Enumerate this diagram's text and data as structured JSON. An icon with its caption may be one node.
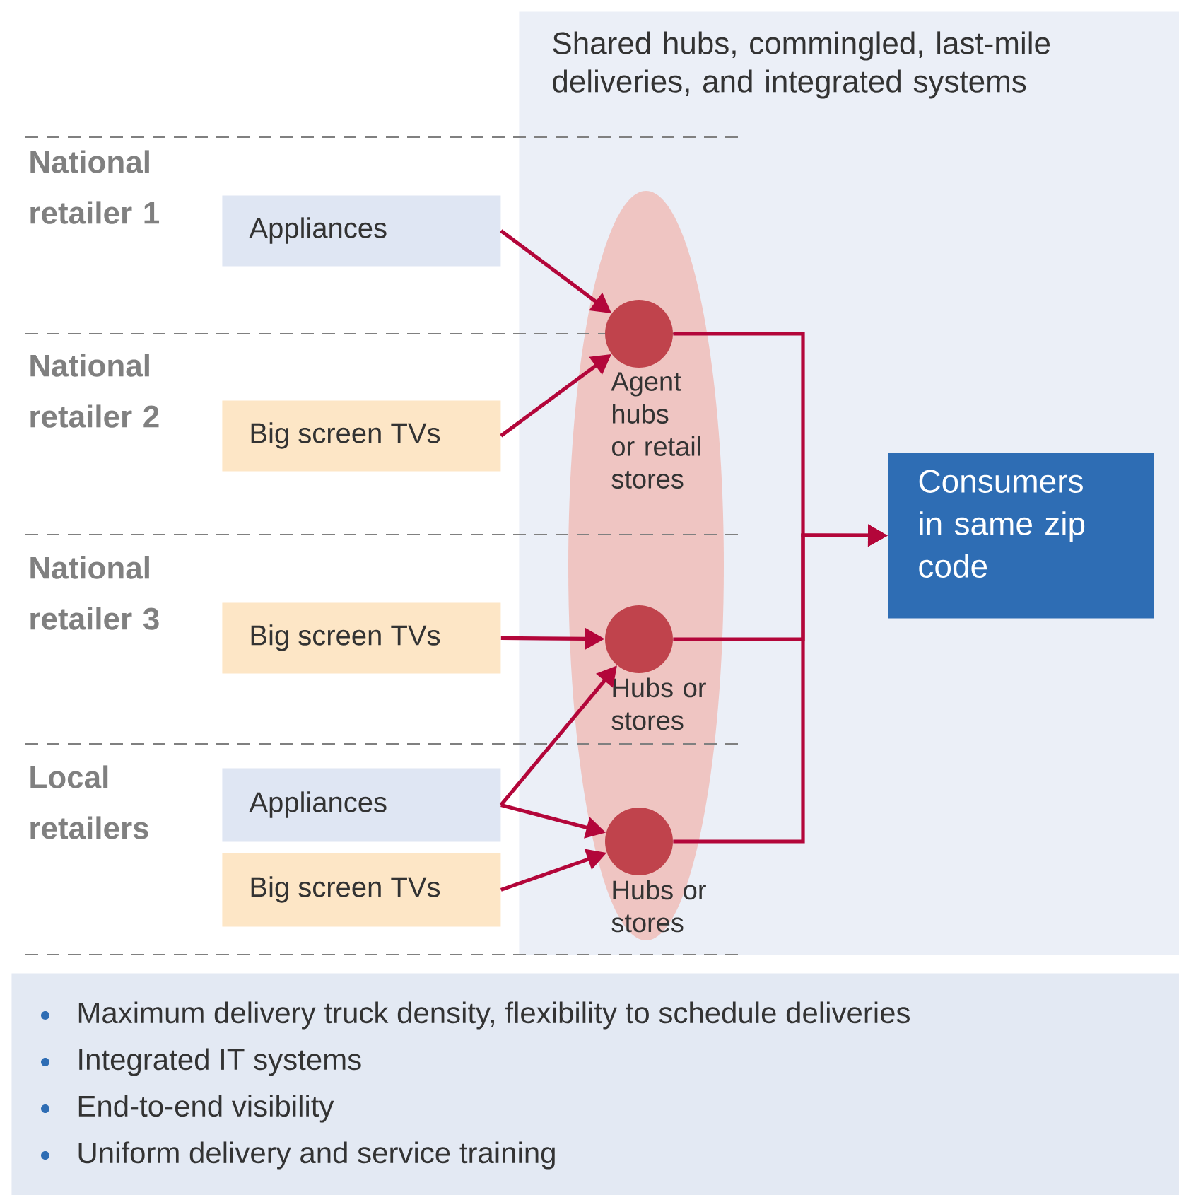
{
  "diagram": {
    "nodes": [
      {
        "text": [
          "Shared hubs, commingled, last-mile deliveries, and integrated systems"
        ]
      },
      {
        "text": [],
        "shape": "ellipse",
        "in": 0
      },
      {
        "text": [
          "Appliances"
        ]
      },
      {
        "text": [
          "Big screen TVs"
        ]
      },
      {
        "text": [
          "Big screen TVs"
        ]
      },
      {
        "text": [
          "Appliances"
        ]
      },
      {
        "text": [
          "Big screen TVs"
        ]
      },
      {
        "text": [],
        "shape": "circle",
        "in": 1,
        "beside": [
          "Agent hubs or retail stores"
        ]
      },
      {
        "text": [],
        "shape": "circle",
        "in": 1,
        "beside": [
          "Hubs or stores"
        ]
      },
      {
        "text": [],
        "shape": "circle",
        "in": 1,
        "beside": [
          "Hubs or stores"
        ]
      },
      {
        "text": [
          "Consumers in same zip code"
        ],
        "in": 0
      },
      {
        "text": [
          "Maximum delivery truck density, flexibility to schedule deliveries",
          "Integrated IT systems",
          "End-to-end visibility",
          "Uniform delivery and service training"
        ]
      }
    ],
    "edges": [
      {
        "from": 2,
        "to": 7,
        "arrow": "to"
      },
      {
        "from": 3,
        "to": 7,
        "arrow": "to"
      },
      {
        "from": 4,
        "to": 8,
        "arrow": "to"
      },
      {
        "from": 5,
        "to": 8,
        "arrow": "to"
      },
      {
        "from": 5,
        "to": 9,
        "arrow": "to"
      },
      {
        "from": 6,
        "to": 9,
        "arrow": "to"
      },
      {
        "from": 7,
        "to": 10,
        "arrow": "to"
      },
      {
        "from": 8,
        "to": 10,
        "arrow": "to"
      },
      {
        "from": 9,
        "to": 10,
        "arrow": "to"
      }
    ],
    "labels": [
      "National retailer 1",
      "National retailer 2",
      "National retailer 3",
      "Local retailers"
    ]
  }
}
